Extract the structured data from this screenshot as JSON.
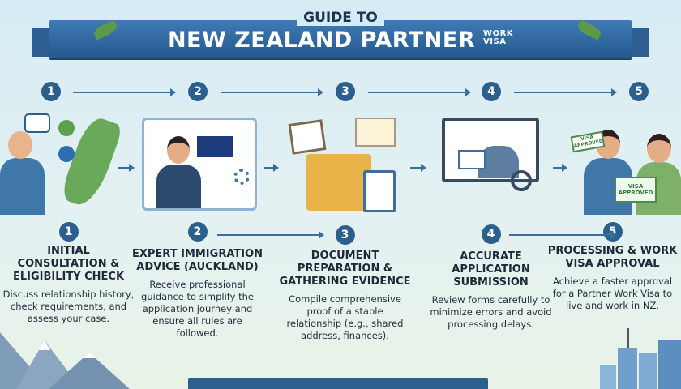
{
  "header": {
    "pre_title": "GUIDE TO",
    "title": "NEW ZEALAND PARTNER",
    "title_suffix_1": "WORK",
    "title_suffix_2": "VISA"
  },
  "steps": [
    {
      "number": "1",
      "title": "INITIAL CONSULTATION & ELIGIBILITY CHECK",
      "description": "Discuss relationship history, check requirements, and assess your case."
    },
    {
      "number": "2",
      "title": "EXPERT IMMIGRATION ADVICE (AUCKLAND)",
      "description": "Receive professional guidance to simplify the application journey and ensure all rules are followed."
    },
    {
      "number": "3",
      "title": "DOCUMENT PREPARATION & GATHERING EVIDENCE",
      "description": "Compile comprehensive proof of a stable relationship (e.g., shared address, finances)."
    },
    {
      "number": "4",
      "title": "ACCURATE APPLICATION SUBMISSION",
      "description": "Review forms carefully to minimize errors and avoid processing delays."
    },
    {
      "number": "5",
      "title": "PROCESSING & WORK VISA APPROVAL",
      "description": "Achieve a faster approval for a Partner Work Visa to live and work in NZ."
    }
  ],
  "illustrations": {
    "visa_stamp": "VISA APPROVED",
    "visa_card": "VISA APPROVED"
  },
  "colors": {
    "accent": "#2b5f8e",
    "banner": "#2f6aa3"
  }
}
